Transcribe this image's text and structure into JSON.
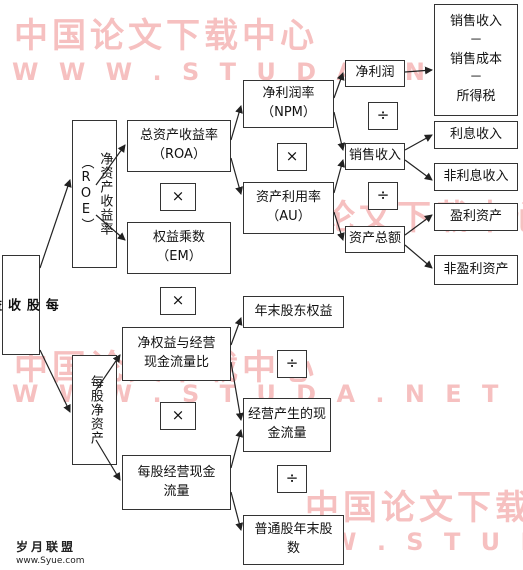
{
  "watermarks": {
    "cn_top": "中国论文下载中心",
    "en_top": "W W W . S T U D A . N E T",
    "cn_mid": "中国论文下载中心",
    "en_mid": "W W W . S T U D A . N E T",
    "cn_bottom": "中国论文下载",
    "cn_bottom2": "中国论文下载中心",
    "en_bottom": "W . S T U D A",
    "logo": "岁月联盟",
    "logo_url": "www.Syue.com"
  },
  "nodes": {
    "eps": "每\n股\n收\n益",
    "roe": "净资产收益率（ROE）",
    "bvps": "每股净资产",
    "roa": "总资产收益率\n（ROA）",
    "em": "权益乘数\n（EM）",
    "npm": "净利润率\n（NPM）",
    "au": "资产利用率\n（AU）",
    "net_profit": "净利润",
    "sales_income": "销售收入",
    "total_assets": "资产总额",
    "sales_calc": "销售收入\n－\n销售成本\n－\n所得税",
    "interest_income": "利息收入",
    "non_interest_income": "非利息收入",
    "earning_assets": "盈利资产",
    "non_earning_assets": "非盈利资产",
    "equity_cashflow_ratio": "净权益与经营\n现金流量比",
    "op_cashflow_per_share": "每股经营现金\n流量",
    "year_end_equity": "年末股东权益",
    "op_cashflow": "经营产生的现\n金流量",
    "shares_year_end": "普通股年末股\n数"
  },
  "operators": {
    "multiply": "×",
    "divide": "÷"
  }
}
